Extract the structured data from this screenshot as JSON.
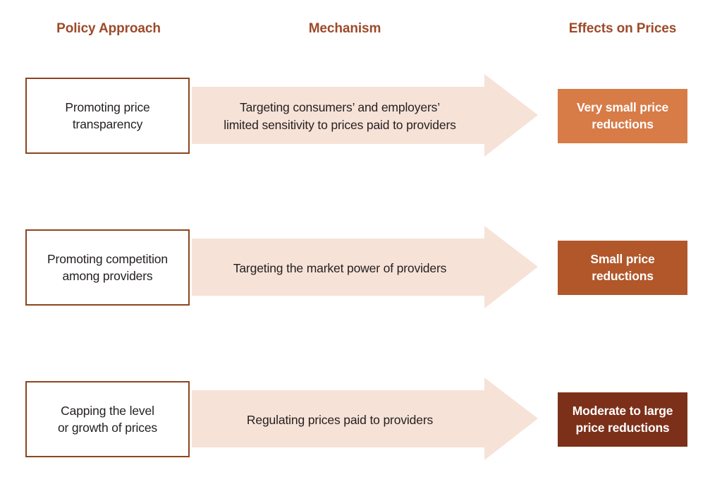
{
  "headers": {
    "policy": "Policy Approach",
    "mechanism": "Mechanism",
    "effects": "Effects on Prices"
  },
  "colors": {
    "header_text": "#9C4A2A",
    "box_border": "#8C4520",
    "arrow_fill": "#F7E2D8",
    "body_text": "#231F1E",
    "effect_1_bg": "#D77B47",
    "effect_2_bg": "#B1572A",
    "effect_3_bg": "#7C3019",
    "effect_text": "#FFFFFF",
    "page_bg": "#FFFFFF"
  },
  "rows": [
    {
      "policy_line_1": "Promoting price",
      "policy_line_2": "transparency",
      "mechanism_line_1": "Targeting consumers’ and employers’",
      "mechanism_line_2": "limited sensitivity to prices paid to providers",
      "effect_line_1": "Very small price",
      "effect_line_2": "reductions",
      "effect_color": "#D77B47"
    },
    {
      "policy_line_1": "Promoting competition",
      "policy_line_2": "among providers",
      "mechanism_line_1": "Targeting the market power of providers",
      "mechanism_line_2": "",
      "effect_line_1": "Small price",
      "effect_line_2": "reductions",
      "effect_color": "#B1572A"
    },
    {
      "policy_line_1": "Capping the level",
      "policy_line_2": "or growth of prices",
      "mechanism_line_1": "Regulating prices paid to providers",
      "mechanism_line_2": "",
      "effect_line_1": "Moderate to large",
      "effect_line_2": "price reductions",
      "effect_color": "#7C3019"
    }
  ]
}
